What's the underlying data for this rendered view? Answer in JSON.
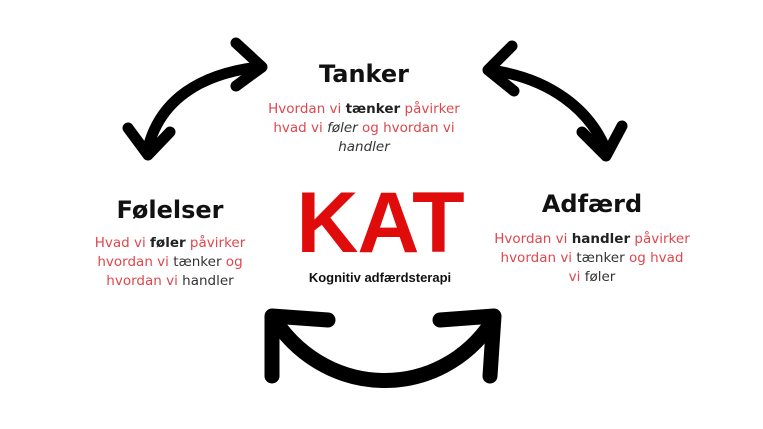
{
  "center": {
    "title": "KAT",
    "subtitle": "Kognitiv adfærdsterapi",
    "title_color": "#e00b0b"
  },
  "tanker": {
    "heading": "Tanker",
    "line1": [
      "Hvordan vi ",
      "tænker",
      " påvirker"
    ],
    "line2": [
      "hvad vi ",
      "føler",
      " og hvordan vi"
    ],
    "line3": [
      "handler"
    ]
  },
  "folelser": {
    "heading": "Følelser",
    "line1": [
      "Hvad vi ",
      "føler",
      " påvirker"
    ],
    "line2": [
      "hvordan vi ",
      "tænker",
      " og"
    ],
    "line3": [
      "hvordan vi ",
      "handler"
    ]
  },
  "adfaerd": {
    "heading": "Adfærd",
    "line1": [
      "Hvordan vi ",
      "handler",
      " påvirker"
    ],
    "line2": [
      "hvordan vi ",
      "tænker",
      " og hvad"
    ],
    "line3": [
      "vi ",
      "føler"
    ]
  },
  "colors": {
    "accent_red": "#e0474c",
    "text_dark": "#333333",
    "arrow": "#000000"
  },
  "icons": {
    "top_left": "curved-double-arrow-icon",
    "top_right": "curved-double-arrow-icon",
    "bottom": "curved-double-arrow-icon"
  }
}
